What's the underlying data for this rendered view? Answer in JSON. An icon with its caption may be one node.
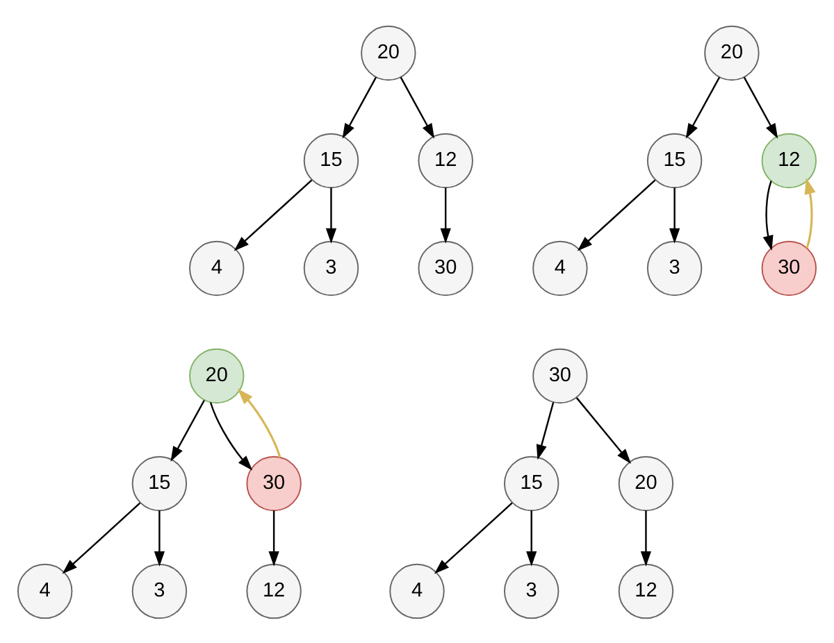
{
  "diagram": {
    "nodes": [
      {
        "text": [
          "20"
        ]
      },
      {
        "text": [
          "15"
        ]
      },
      {
        "text": [
          "12"
        ]
      },
      {
        "text": [
          "4"
        ]
      },
      {
        "text": [
          "3"
        ]
      },
      {
        "text": [
          "30"
        ]
      },
      {
        "text": [
          "20"
        ]
      },
      {
        "text": [
          "15"
        ]
      },
      {
        "text": [
          "12"
        ]
      },
      {
        "text": [
          "4"
        ]
      },
      {
        "text": [
          "3"
        ]
      },
      {
        "text": [
          "30"
        ]
      },
      {
        "text": [
          "20"
        ]
      },
      {
        "text": [
          "15"
        ]
      },
      {
        "text": [
          "30"
        ]
      },
      {
        "text": [
          "4"
        ]
      },
      {
        "text": [
          "3"
        ]
      },
      {
        "text": [
          "12"
        ]
      },
      {
        "text": [
          "30"
        ]
      },
      {
        "text": [
          "15"
        ]
      },
      {
        "text": [
          "20"
        ]
      },
      {
        "text": [
          "4"
        ]
      },
      {
        "text": [
          "3"
        ]
      },
      {
        "text": [
          "12"
        ]
      }
    ],
    "edges": [
      {
        "from": 0,
        "to": 1,
        "arrow": "to"
      },
      {
        "from": 0,
        "to": 2,
        "arrow": "to"
      },
      {
        "from": 1,
        "to": 3,
        "arrow": "to"
      },
      {
        "from": 1,
        "to": 4,
        "arrow": "to"
      },
      {
        "from": 2,
        "to": 5,
        "arrow": "to"
      },
      {
        "from": 6,
        "to": 7,
        "arrow": "to"
      },
      {
        "from": 6,
        "to": 8,
        "arrow": "to"
      },
      {
        "from": 7,
        "to": 9,
        "arrow": "to"
      },
      {
        "from": 7,
        "to": 10,
        "arrow": "to"
      },
      {
        "from": 8,
        "to": 11,
        "arrow": "to"
      },
      {
        "from": 11,
        "to": 8,
        "arrow": "to",
        "color": "#d6b656"
      },
      {
        "from": 12,
        "to": 13,
        "arrow": "to"
      },
      {
        "from": 12,
        "to": 14,
        "arrow": "to"
      },
      {
        "from": 13,
        "to": 15,
        "arrow": "to"
      },
      {
        "from": 13,
        "to": 16,
        "arrow": "to"
      },
      {
        "from": 14,
        "to": 17,
        "arrow": "to"
      },
      {
        "from": 14,
        "to": 12,
        "arrow": "to",
        "color": "#d6b656"
      },
      {
        "from": 18,
        "to": 19,
        "arrow": "to"
      },
      {
        "from": 18,
        "to": 20,
        "arrow": "to"
      },
      {
        "from": 19,
        "to": 21,
        "arrow": "to"
      },
      {
        "from": 19,
        "to": 22,
        "arrow": "to"
      },
      {
        "from": 20,
        "to": 23,
        "arrow": "to"
      }
    ]
  }
}
